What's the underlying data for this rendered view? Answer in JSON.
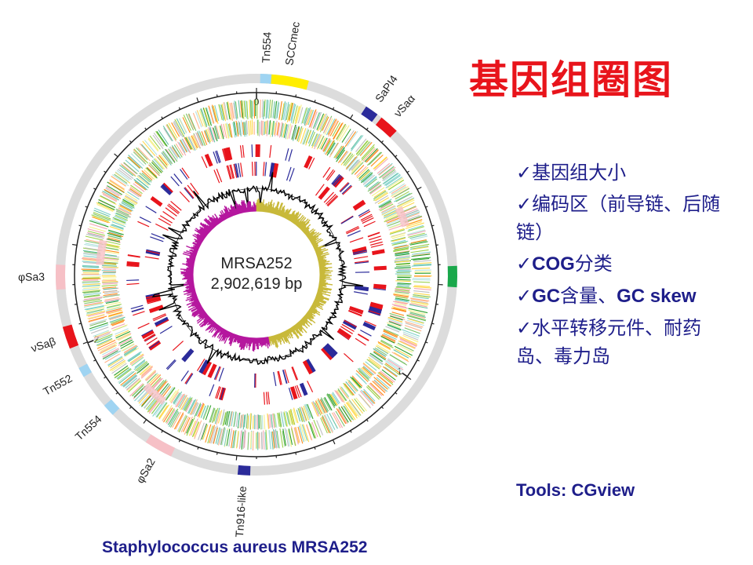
{
  "slide": {
    "title": "基因组圈图",
    "caption": "Staphylococcus aureus MRSA252",
    "tools_note": "Tools: CGview"
  },
  "bullets": [
    {
      "check": "✓",
      "parts": [
        {
          "text": "基因组大小",
          "bold": false
        }
      ]
    },
    {
      "check": "✓",
      "parts": [
        {
          "text": "编码区（前导链、后随链）",
          "bold": false
        }
      ]
    },
    {
      "check": "✓",
      "parts": [
        {
          "text": "COG",
          "bold": true
        },
        {
          "text": "分类",
          "bold": false
        }
      ]
    },
    {
      "check": "✓",
      "parts": [
        {
          "text": "GC",
          "bold": true
        },
        {
          "text": "含量、",
          "bold": false
        },
        {
          "text": "GC skew",
          "bold": true
        }
      ]
    },
    {
      "check": "✓",
      "parts": [
        {
          "text": "水平转移元件、耐药岛、毒力岛",
          "bold": false
        }
      ]
    }
  ],
  "genome_map": {
    "center_name": "MRSA252",
    "center_size": "2,902,619 bp",
    "scale_ticks": [
      {
        "label": "0",
        "fraction": 0.0
      },
      {
        "label": "1",
        "fraction": 0.3445
      },
      {
        "label": "2",
        "fraction": 0.689
      }
    ],
    "elements": [
      {
        "label": "SCCmec",
        "start": 0.008,
        "end": 0.042,
        "color": "#ffee00"
      },
      {
        "label": "Tn554",
        "start": 0.003,
        "end": 0.012,
        "color": "#9fd4f2"
      },
      {
        "label": "SaPI4",
        "start": 0.092,
        "end": 0.103,
        "color": "#2b2b9a"
      },
      {
        "label": "νSaα",
        "start": 0.107,
        "end": 0.123,
        "color": "#e8141b"
      },
      {
        "label": "",
        "start": 0.243,
        "end": 0.26,
        "color": "#1aa84b"
      },
      {
        "label": "Tn916-like",
        "start": 0.505,
        "end": 0.515,
        "color": "#2b2b9a"
      },
      {
        "label": "φSa2",
        "start": 0.57,
        "end": 0.593,
        "color": "#f6c0c6"
      },
      {
        "label": "Tn554",
        "start": 0.627,
        "end": 0.637,
        "color": "#9fd4f2"
      },
      {
        "label": "Tn552",
        "start": 0.665,
        "end": 0.673,
        "color": "#9fd4f2"
      },
      {
        "label": "νSaβ",
        "start": 0.69,
        "end": 0.708,
        "color": "#e8141b"
      },
      {
        "label": "φSa3",
        "start": 0.738,
        "end": 0.758,
        "color": "#f6c0c6"
      }
    ],
    "gc_skew_colors": {
      "positive": "#c8b93a",
      "negative": "#b5179e"
    },
    "gc_content_color": "#000000",
    "cog_palette": [
      "#ffd84a",
      "#7fd1c9",
      "#7ec36a",
      "#f4a6b2",
      "#ff8c1a",
      "#9ad14b",
      "#c0c0c0",
      "#f5f08a",
      "#b6e3e0",
      "#ffb38a",
      "#2ca02c",
      "#66c2a5"
    ],
    "rna_colors": [
      "#e8141b",
      "#2b2b9a",
      "#e8141b"
    ]
  }
}
